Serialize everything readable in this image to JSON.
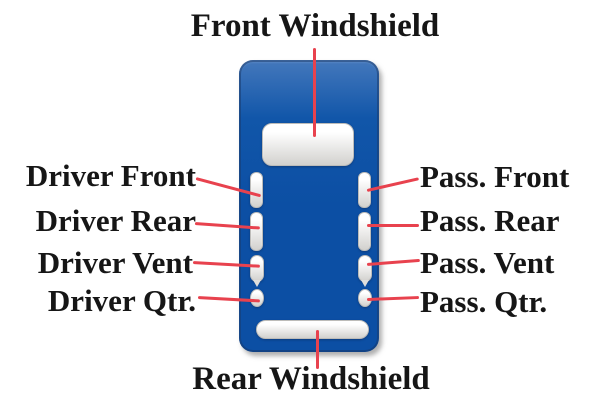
{
  "diagram": {
    "windows": {
      "front_windshield": {
        "label": "Front Windshield"
      },
      "driver_front": {
        "label": "Driver Front"
      },
      "driver_rear": {
        "label": "Driver Rear"
      },
      "driver_vent": {
        "label": "Driver Vent"
      },
      "driver_qtr": {
        "label": "Driver Qtr."
      },
      "pass_front": {
        "label": "Pass. Front"
      },
      "pass_rear": {
        "label": "Pass. Rear"
      },
      "pass_vent": {
        "label": "Pass. Vent"
      },
      "pass_qtr": {
        "label": "Pass. Qtr."
      },
      "rear_windshield": {
        "label": "Rear Windshield"
      }
    }
  },
  "colors": {
    "background": "#ffffff",
    "text": "#161616",
    "connector_red": "#e8424e",
    "car_blue_top": "#4478bc",
    "car_blue_mid": "#1156a9",
    "car_blue_main": "#0c4fa4",
    "car_border": "#15386c",
    "glass_top": "#ffffff",
    "glass_bottom": "#d2d1ce"
  }
}
